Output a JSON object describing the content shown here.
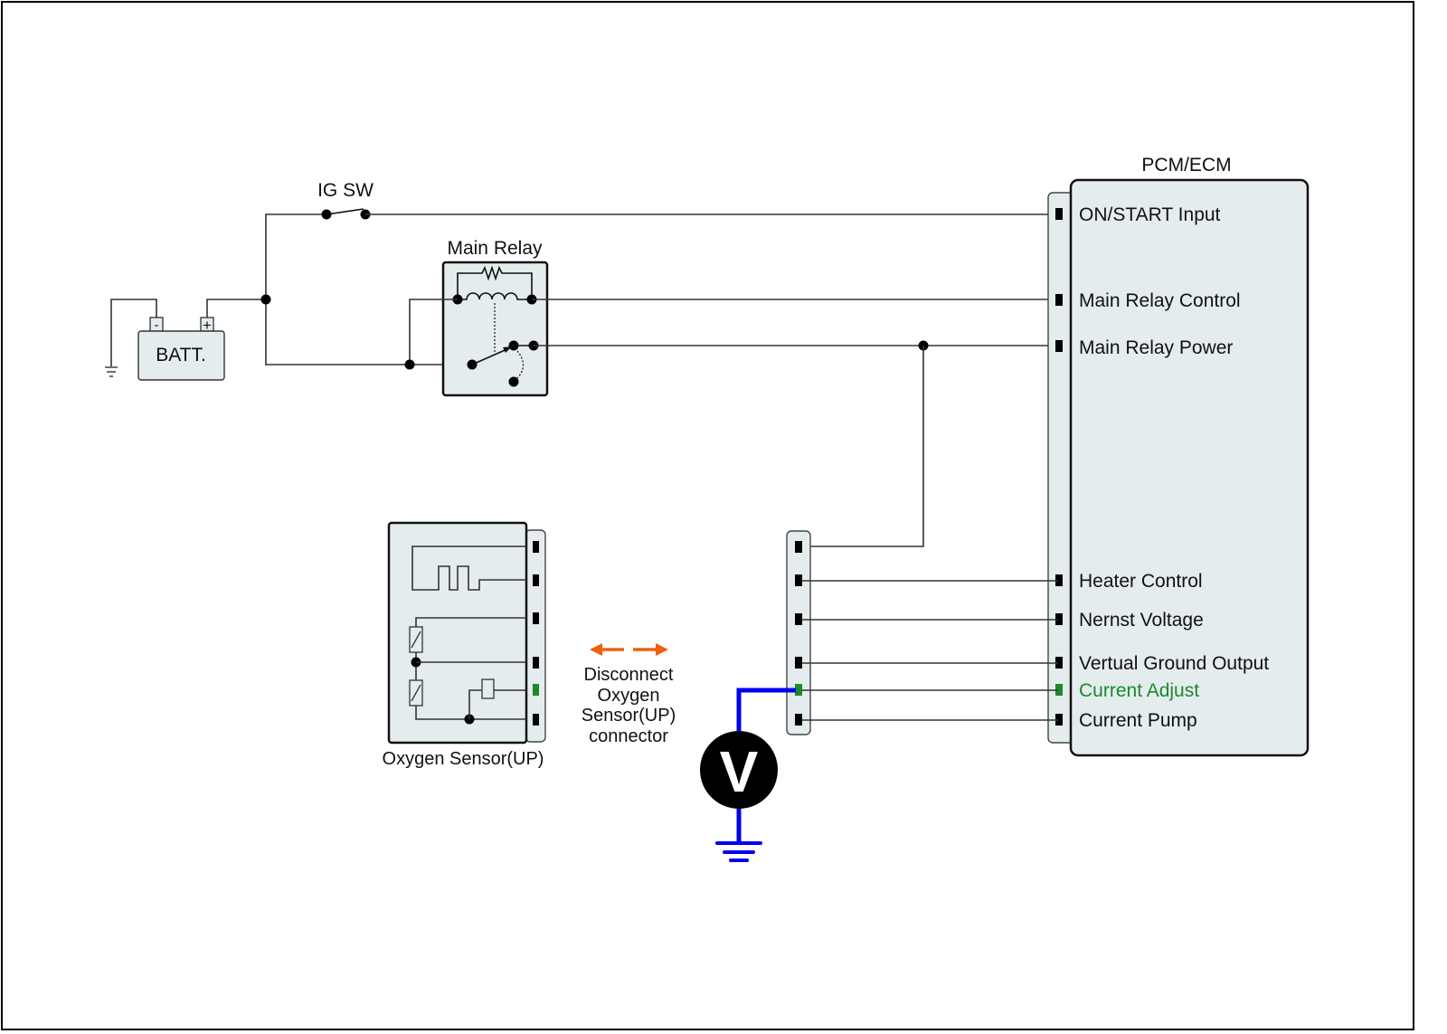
{
  "diagram": {
    "type": "wiring-diagram",
    "components": {
      "battery": {
        "label": "BATT.",
        "negative_terminal": "-",
        "positive_terminal": "+"
      },
      "ignition_switch": {
        "label": "IG SW"
      },
      "main_relay": {
        "label": "Main Relay"
      },
      "oxygen_sensor": {
        "label": "Oxygen Sensor(UP)",
        "pin_count": 6
      },
      "pcm": {
        "title": "PCM/ECM",
        "pins": [
          {
            "label": "ON/START Input",
            "highlight": false
          },
          {
            "label": "Main Relay Control",
            "highlight": false
          },
          {
            "label": "Main Relay Power",
            "highlight": false
          },
          {
            "label": "Heater Control",
            "highlight": false
          },
          {
            "label": "Nernst Voltage",
            "highlight": false
          },
          {
            "label": "Vertual Ground Output",
            "highlight": false
          },
          {
            "label": "Current Adjust",
            "highlight": true
          },
          {
            "label": "Current Pump",
            "highlight": false
          }
        ]
      },
      "voltmeter": {
        "symbol": "V"
      }
    },
    "instruction": {
      "lines": [
        "Disconnect",
        "Oxygen",
        "Sensor(UP)",
        "connector"
      ]
    },
    "colors": {
      "panel_fill": "#e4ecee",
      "highlight_pin": "#1a8a2a",
      "highlight_text": "#1a8a2a",
      "probe_wire": "#0000ee",
      "disconnect_arrows": "#f06010",
      "voltmeter": "#000000"
    }
  }
}
